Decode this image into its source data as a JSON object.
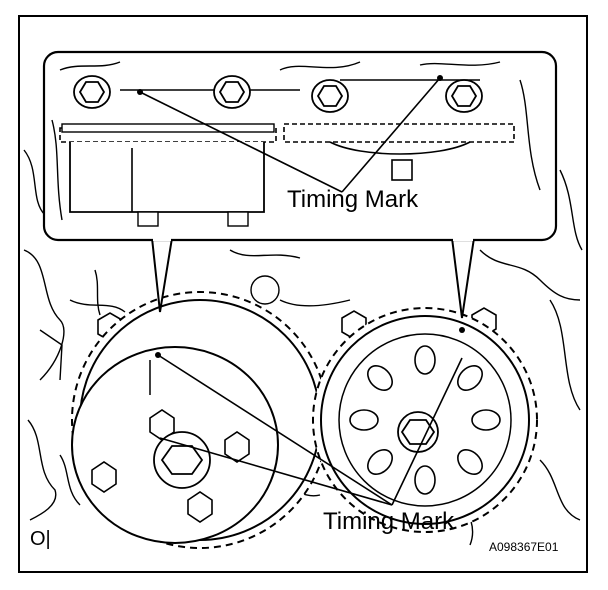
{
  "labels": {
    "timing_mark_top": "Timing Mark",
    "timing_mark_bottom": "Timing Mark"
  },
  "figure_code": "A098367E01",
  "corner_mark": "O|",
  "colors": {
    "ink": "#000000",
    "paper": "#ffffff"
  }
}
